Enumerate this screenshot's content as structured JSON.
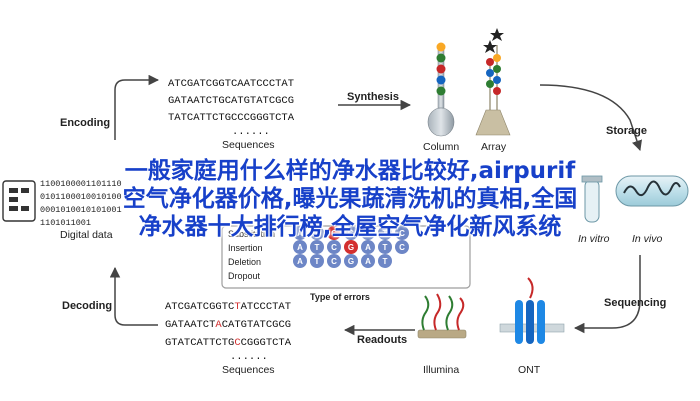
{
  "steps": {
    "encoding": "Encoding",
    "synthesis": "Synthesis",
    "storage": "Storage",
    "sequencing": "Sequencing",
    "readouts": "Readouts",
    "decoding": "Decoding"
  },
  "top_sequences": {
    "lines": [
      "ATCGATCGGTCAATCCCTAT",
      "GATAATCTGCATGTATCGCG",
      "TATCATTCTGCCCGGGTCTA"
    ],
    "ellipsis": "......",
    "caption": "Sequences"
  },
  "bottom_sequences": {
    "lines": [
      {
        "pre": "ATCGATCGGTC",
        "err": "T",
        "post": "ATCCCTAT"
      },
      {
        "pre": "GATAATCT",
        "err": "A",
        "post": "CATGTATCGCG"
      },
      {
        "pre": "GTATCATTCTG",
        "err": "C",
        "post": "CGGGTCTA"
      }
    ],
    "ellipsis": "......",
    "caption": "Sequences"
  },
  "synthesis_items": {
    "column": "Column",
    "array": "Array"
  },
  "storage_items": {
    "in_vivo": "In vivo",
    "in_vitro": "In vitro"
  },
  "sequencing_items": {
    "illumina": "Illumina",
    "ont": "ONT"
  },
  "digital": {
    "caption": "Digital data",
    "bits": [
      "1100100001101110",
      "0101100010010100",
      "0001010010101001",
      "1101011001"
    ]
  },
  "errors": {
    "title": "Type of errors",
    "rows": [
      {
        "label": "Substitution",
        "bases": [
          "A",
          "T",
          "C",
          "G",
          "A",
          "T",
          "C"
        ]
      },
      {
        "label": "Insertion",
        "bases": [
          "A",
          "T",
          "C",
          "G",
          "A",
          "T",
          "C"
        ]
      },
      {
        "label": "Deletion",
        "bases": [
          "A",
          "T",
          "C",
          "G",
          "A",
          "T"
        ]
      },
      {
        "label": "Dropout",
        "bases": []
      }
    ]
  },
  "overlay": {
    "line1": "一般家庭用什么样的净水器比较好,airpurif",
    "line2": "空气净化器价格,曝光果蔬清洗机的真相,全国",
    "line3": "净水器十大排行榜,全屋空气净化新风系统"
  },
  "colors": {
    "nucleotide_A": "#2e7d32",
    "nucleotide_T": "#c62828",
    "nucleotide_C": "#1565c0",
    "nucleotide_G": "#f9a825",
    "base_ball": "#6d86c6",
    "error_red": "#d32f2f",
    "overlay_text": "#1740c9"
  }
}
